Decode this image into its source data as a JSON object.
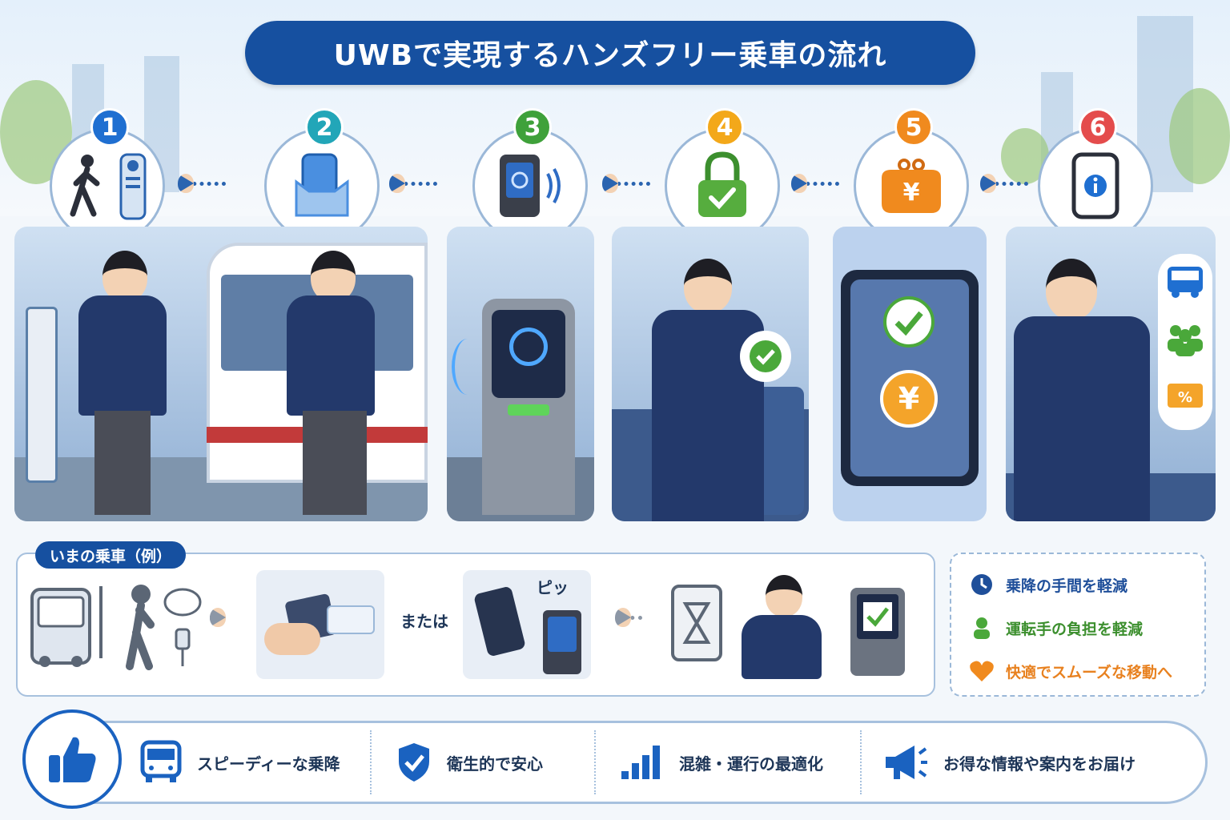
{
  "title": "UWBで実現するハンズフリー乗車の流れ",
  "steps": [
    {
      "number": "1",
      "color": "#1f6fd1",
      "icon": "walking-person-bus-stop-icon"
    },
    {
      "number": "2",
      "color": "#22a6b8",
      "icon": "phone-in-bag-icon"
    },
    {
      "number": "3",
      "color": "#3fa13a",
      "icon": "uwb-reader-signal-icon"
    },
    {
      "number": "4",
      "color": "#f3a81a",
      "icon": "lock-check-icon"
    },
    {
      "number": "5",
      "color": "#f08a1e",
      "icon": "yen-wallet-icon"
    },
    {
      "number": "6",
      "color": "#e44c4c",
      "icon": "phone-info-icon"
    }
  ],
  "current": {
    "label": "いまの乗車（例）",
    "or_text": "または",
    "beep_text": "ピッ"
  },
  "benefits": [
    {
      "text": "乗降の手間を軽減",
      "color": "#1f4f9a",
      "icon": "clock-icon"
    },
    {
      "text": "運転手の負担を軽減",
      "color": "#3c8f2e",
      "icon": "person-icon"
    },
    {
      "text": "快適でスムーズな移動へ",
      "color": "#e8811f",
      "icon": "heart-icon"
    }
  ],
  "features": [
    {
      "text": "スピーディーな乗降",
      "icon": "bus-icon"
    },
    {
      "text": "衛生的で安心",
      "icon": "shield-check-icon"
    },
    {
      "text": "混雑・運行の最適化",
      "icon": "bar-chart-icon"
    },
    {
      "text": "お得な情報や案内をお届け",
      "icon": "megaphone-icon"
    }
  ]
}
